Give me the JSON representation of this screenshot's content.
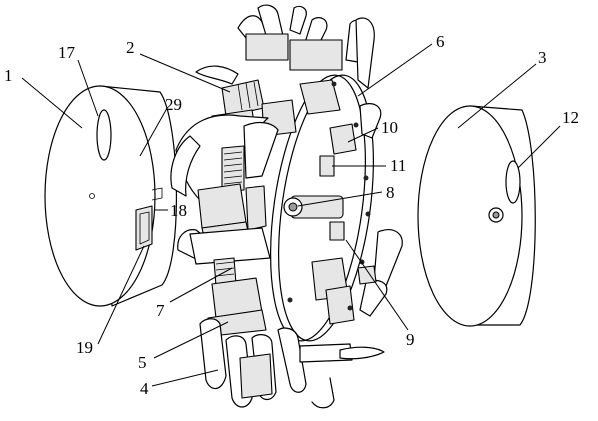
{
  "labels": [
    {
      "id": "l1",
      "text": "1"
    },
    {
      "id": "l17",
      "text": "17"
    },
    {
      "id": "l2",
      "text": "2"
    },
    {
      "id": "l29",
      "text": "29"
    },
    {
      "id": "l6",
      "text": "6"
    },
    {
      "id": "l3",
      "text": "3"
    },
    {
      "id": "l12",
      "text": "12"
    },
    {
      "id": "l10",
      "text": "10"
    },
    {
      "id": "l11",
      "text": "11"
    },
    {
      "id": "l8",
      "text": "8"
    },
    {
      "id": "l18",
      "text": "18"
    },
    {
      "id": "l7",
      "text": "7"
    },
    {
      "id": "l9",
      "text": "9"
    },
    {
      "id": "l19",
      "text": "19"
    },
    {
      "id": "l5",
      "text": "5"
    },
    {
      "id": "l4",
      "text": "4"
    }
  ]
}
